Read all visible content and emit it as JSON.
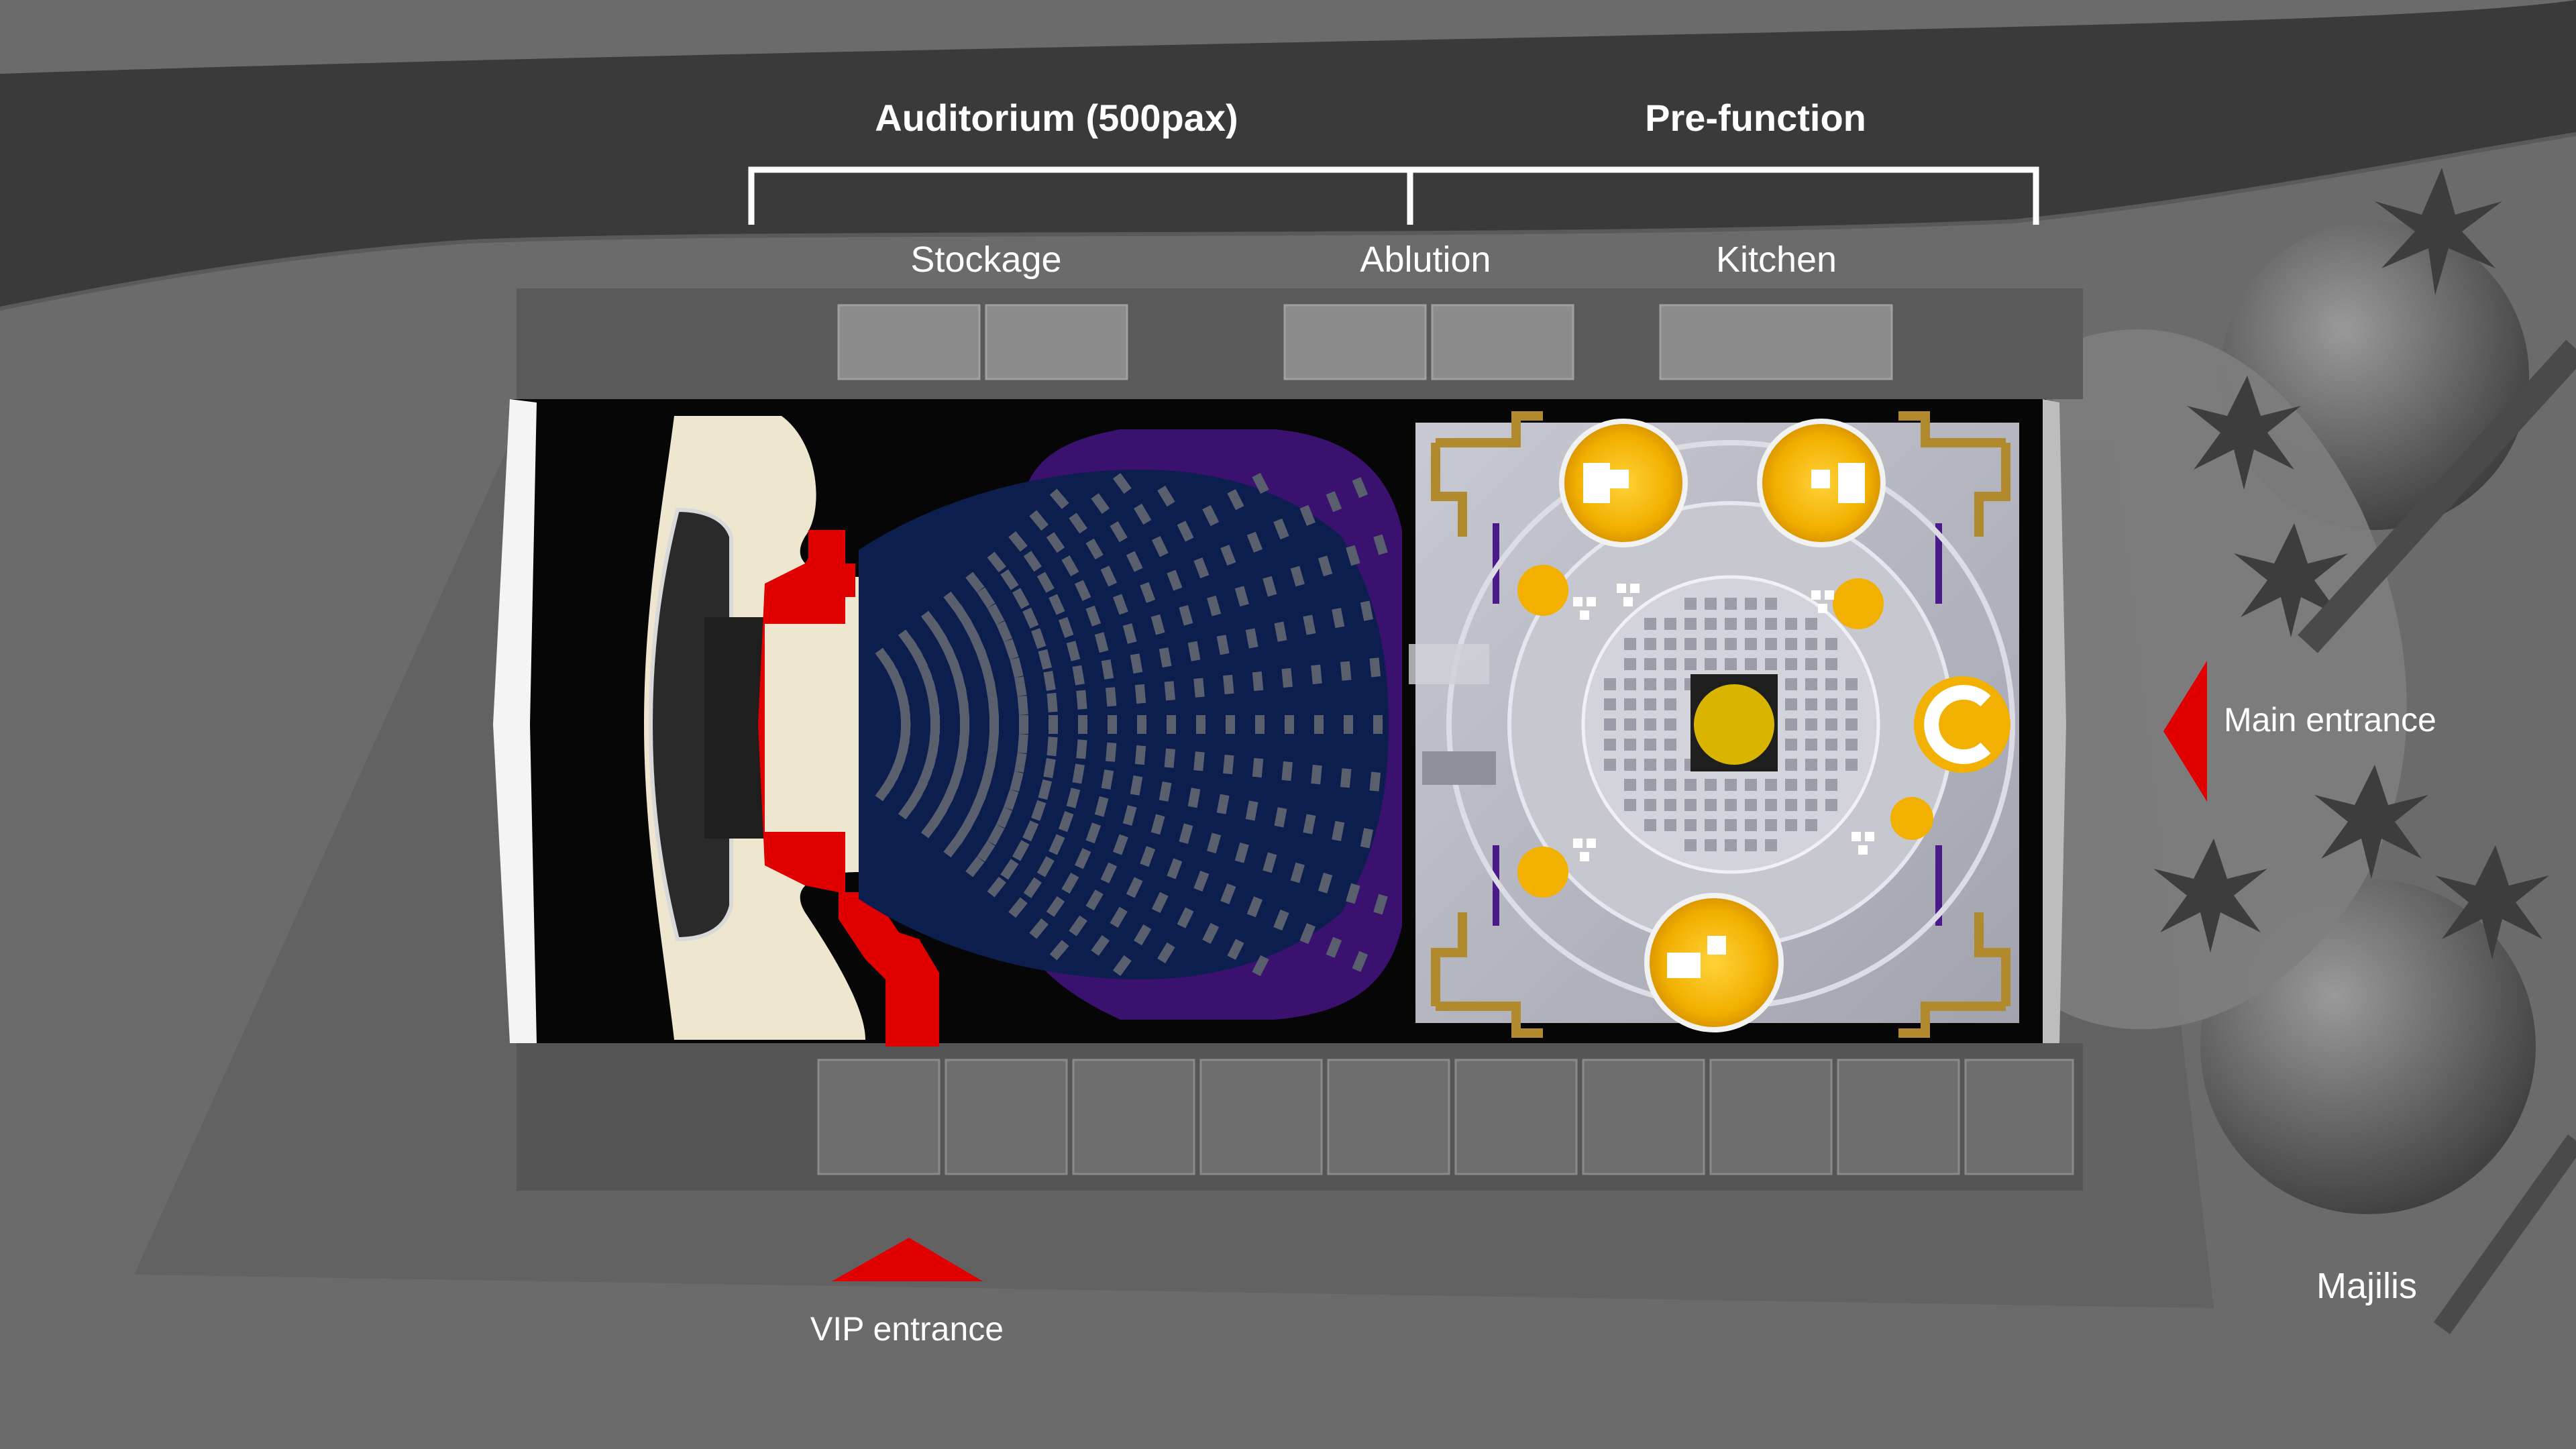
{
  "labels": {
    "auditorium": "Auditorium (500pax)",
    "prefunction": "Pre-function",
    "stockage": "Stockage",
    "ablution": "Ablution",
    "kitchen": "Kitchen",
    "main_entrance": "Main entrance",
    "vip_entrance": "VIP entrance",
    "majilis": "Majilis"
  },
  "colors": {
    "background": "#6b6b6b",
    "road": "#3a3a3a",
    "building_floor": "#060606",
    "stage_cream": "#efe6cf",
    "red": "#e00000",
    "seating_blue": "#0c1e4e",
    "seating_purple": "#3b1170",
    "prefunction_floor": "#b9b9c4",
    "pod_yellow": "#f2b600",
    "gold_wall": "#b08a2c",
    "white": "#ffffff"
  }
}
